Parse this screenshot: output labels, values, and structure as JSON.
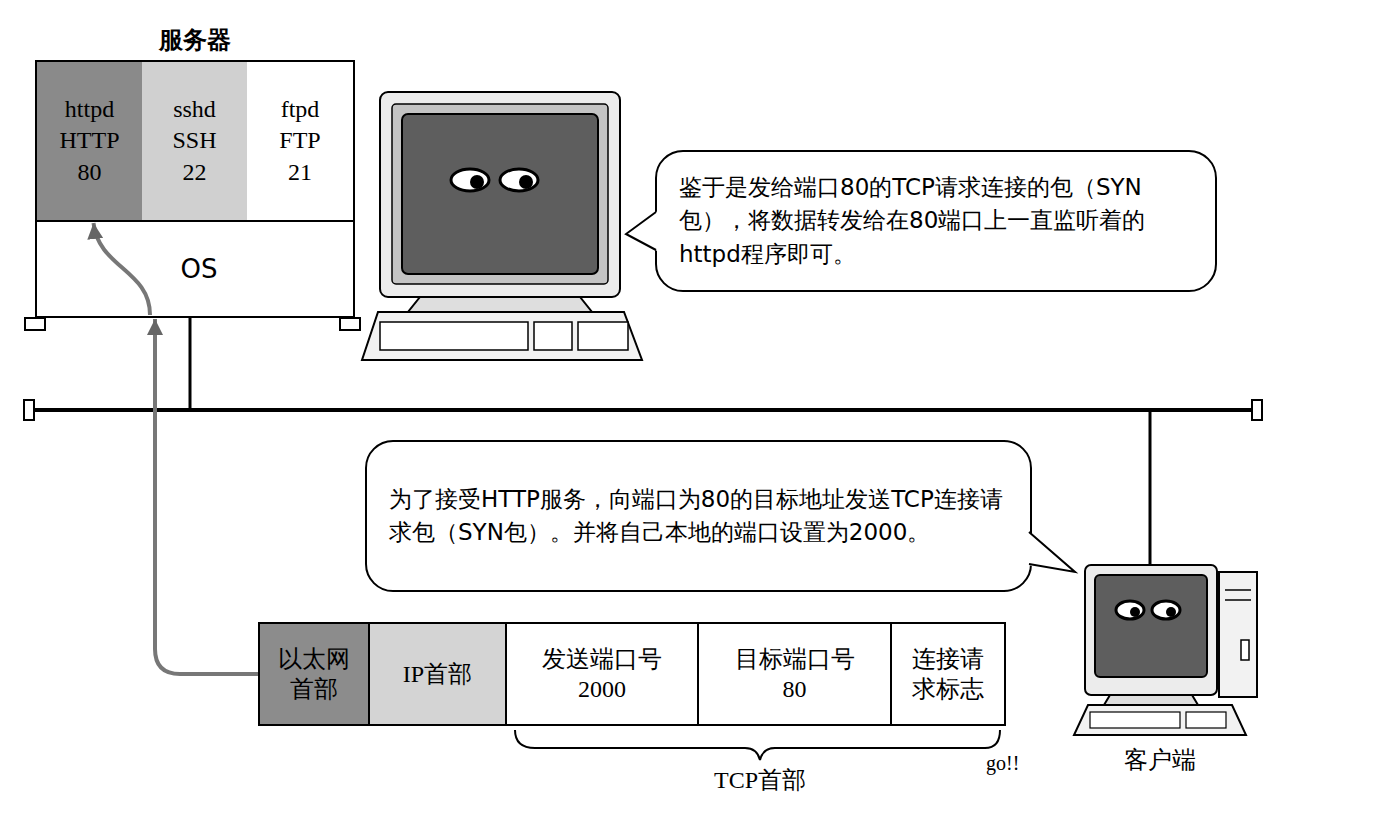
{
  "diagram": {
    "nodes": [
      {
        "text": [
          "服务器"
        ]
      },
      {
        "text": [
          "httpd",
          "HTTP",
          "80"
        ],
        "in": 0
      },
      {
        "text": [
          "sshd",
          "SSH",
          "22"
        ],
        "in": 0
      },
      {
        "text": [
          "ftpd",
          "FTP",
          "21"
        ],
        "in": 0
      },
      {
        "text": [
          "OS"
        ],
        "in": 0
      },
      {
        "text": [
          "鉴于是发给端口80的TCP请求连接的包（SYN包），将数据转发给在80端口上一直监听着的httpd程序即可。"
        ]
      },
      {
        "text": [
          "为了接受HTTP服务，向端口为80的目标地址发送TCP连接请求包（SYN包）。并将自己本地的端口设置为2000。"
        ]
      },
      {
        "text": [
          "以太网首部"
        ]
      },
      {
        "text": [
          "IP首部"
        ]
      },
      {
        "text": [
          "发送端口号",
          "2000"
        ]
      },
      {
        "text": [
          "目标端口号",
          "80"
        ]
      },
      {
        "text": [
          "连接请求标志"
        ]
      }
    ],
    "edges": [
      {
        "from": 7,
        "to": 4,
        "arrow": "to"
      },
      {
        "from": 4,
        "to": 1,
        "arrow": "to"
      }
    ],
    "labels": [
      "TCP首部",
      "go!!",
      "客户端"
    ]
  }
}
